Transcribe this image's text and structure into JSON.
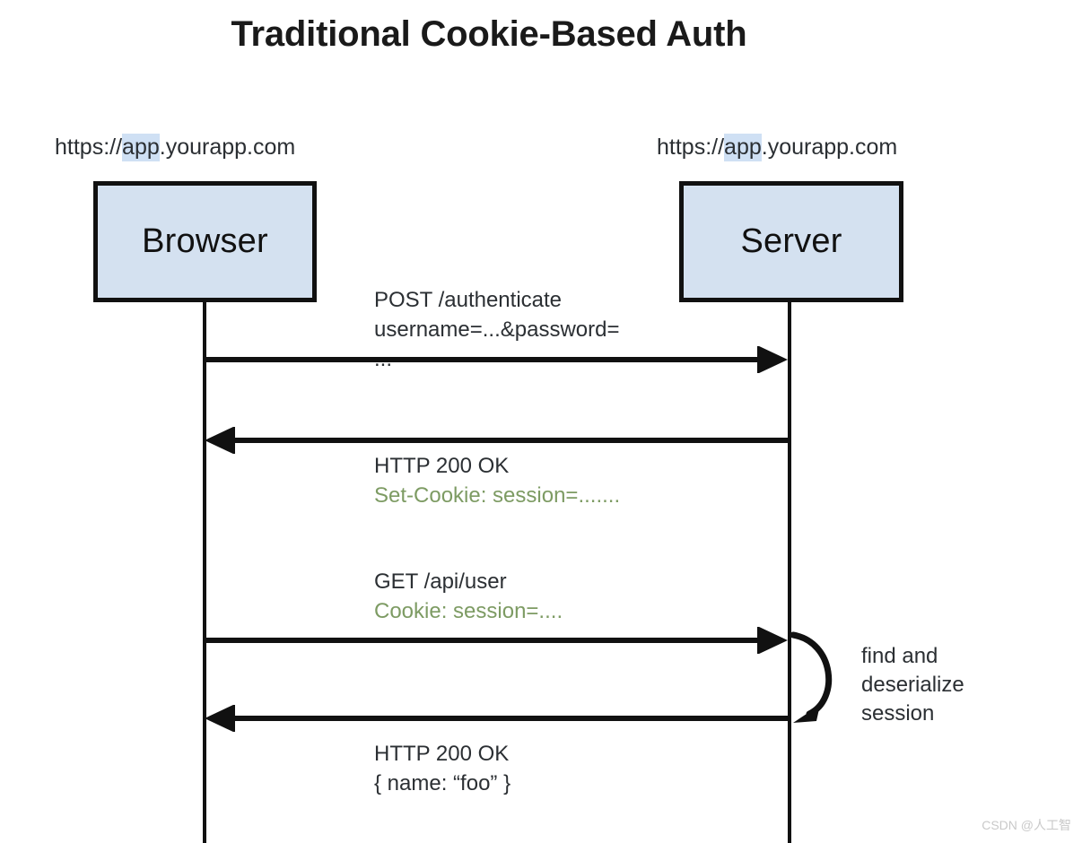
{
  "title": "Traditional Cookie-Based Auth",
  "participants": [
    {
      "id": "browser",
      "label": "Browser",
      "url_prefix": "https://",
      "url_highlight": "app",
      "url_suffix": ".yourapp.com"
    },
    {
      "id": "server",
      "label": "Server",
      "url_prefix": "https://",
      "url_highlight": "app",
      "url_suffix": ".yourapp.com"
    }
  ],
  "messages": [
    {
      "id": "authenticate-request",
      "direction": "right",
      "line1": "POST /authenticate",
      "line2": "username=...&password=",
      "line3": "..."
    },
    {
      "id": "authenticate-response",
      "direction": "left",
      "line1": "HTTP 200 OK",
      "line2": "Set-Cookie: session=......."
    },
    {
      "id": "api-user-request",
      "direction": "right",
      "line1": "GET /api/user",
      "line2": "Cookie: session=...."
    },
    {
      "id": "api-user-response",
      "direction": "left",
      "line1": "HTTP 200 OK",
      "line2": "{ name: “foo” }"
    }
  ],
  "self_loop": {
    "id": "find-deserialize-session",
    "line1": "find and",
    "line2": "deserialize",
    "line3": "session"
  },
  "watermark": "CSDN @人工智",
  "colors": {
    "box_fill": "#d4e1f0",
    "box_border": "#111111",
    "text": "#2b2f33",
    "dim_text": "#7d9b63",
    "url_highlight": "#cfe0f4",
    "watermark": "#c9c9c9"
  }
}
